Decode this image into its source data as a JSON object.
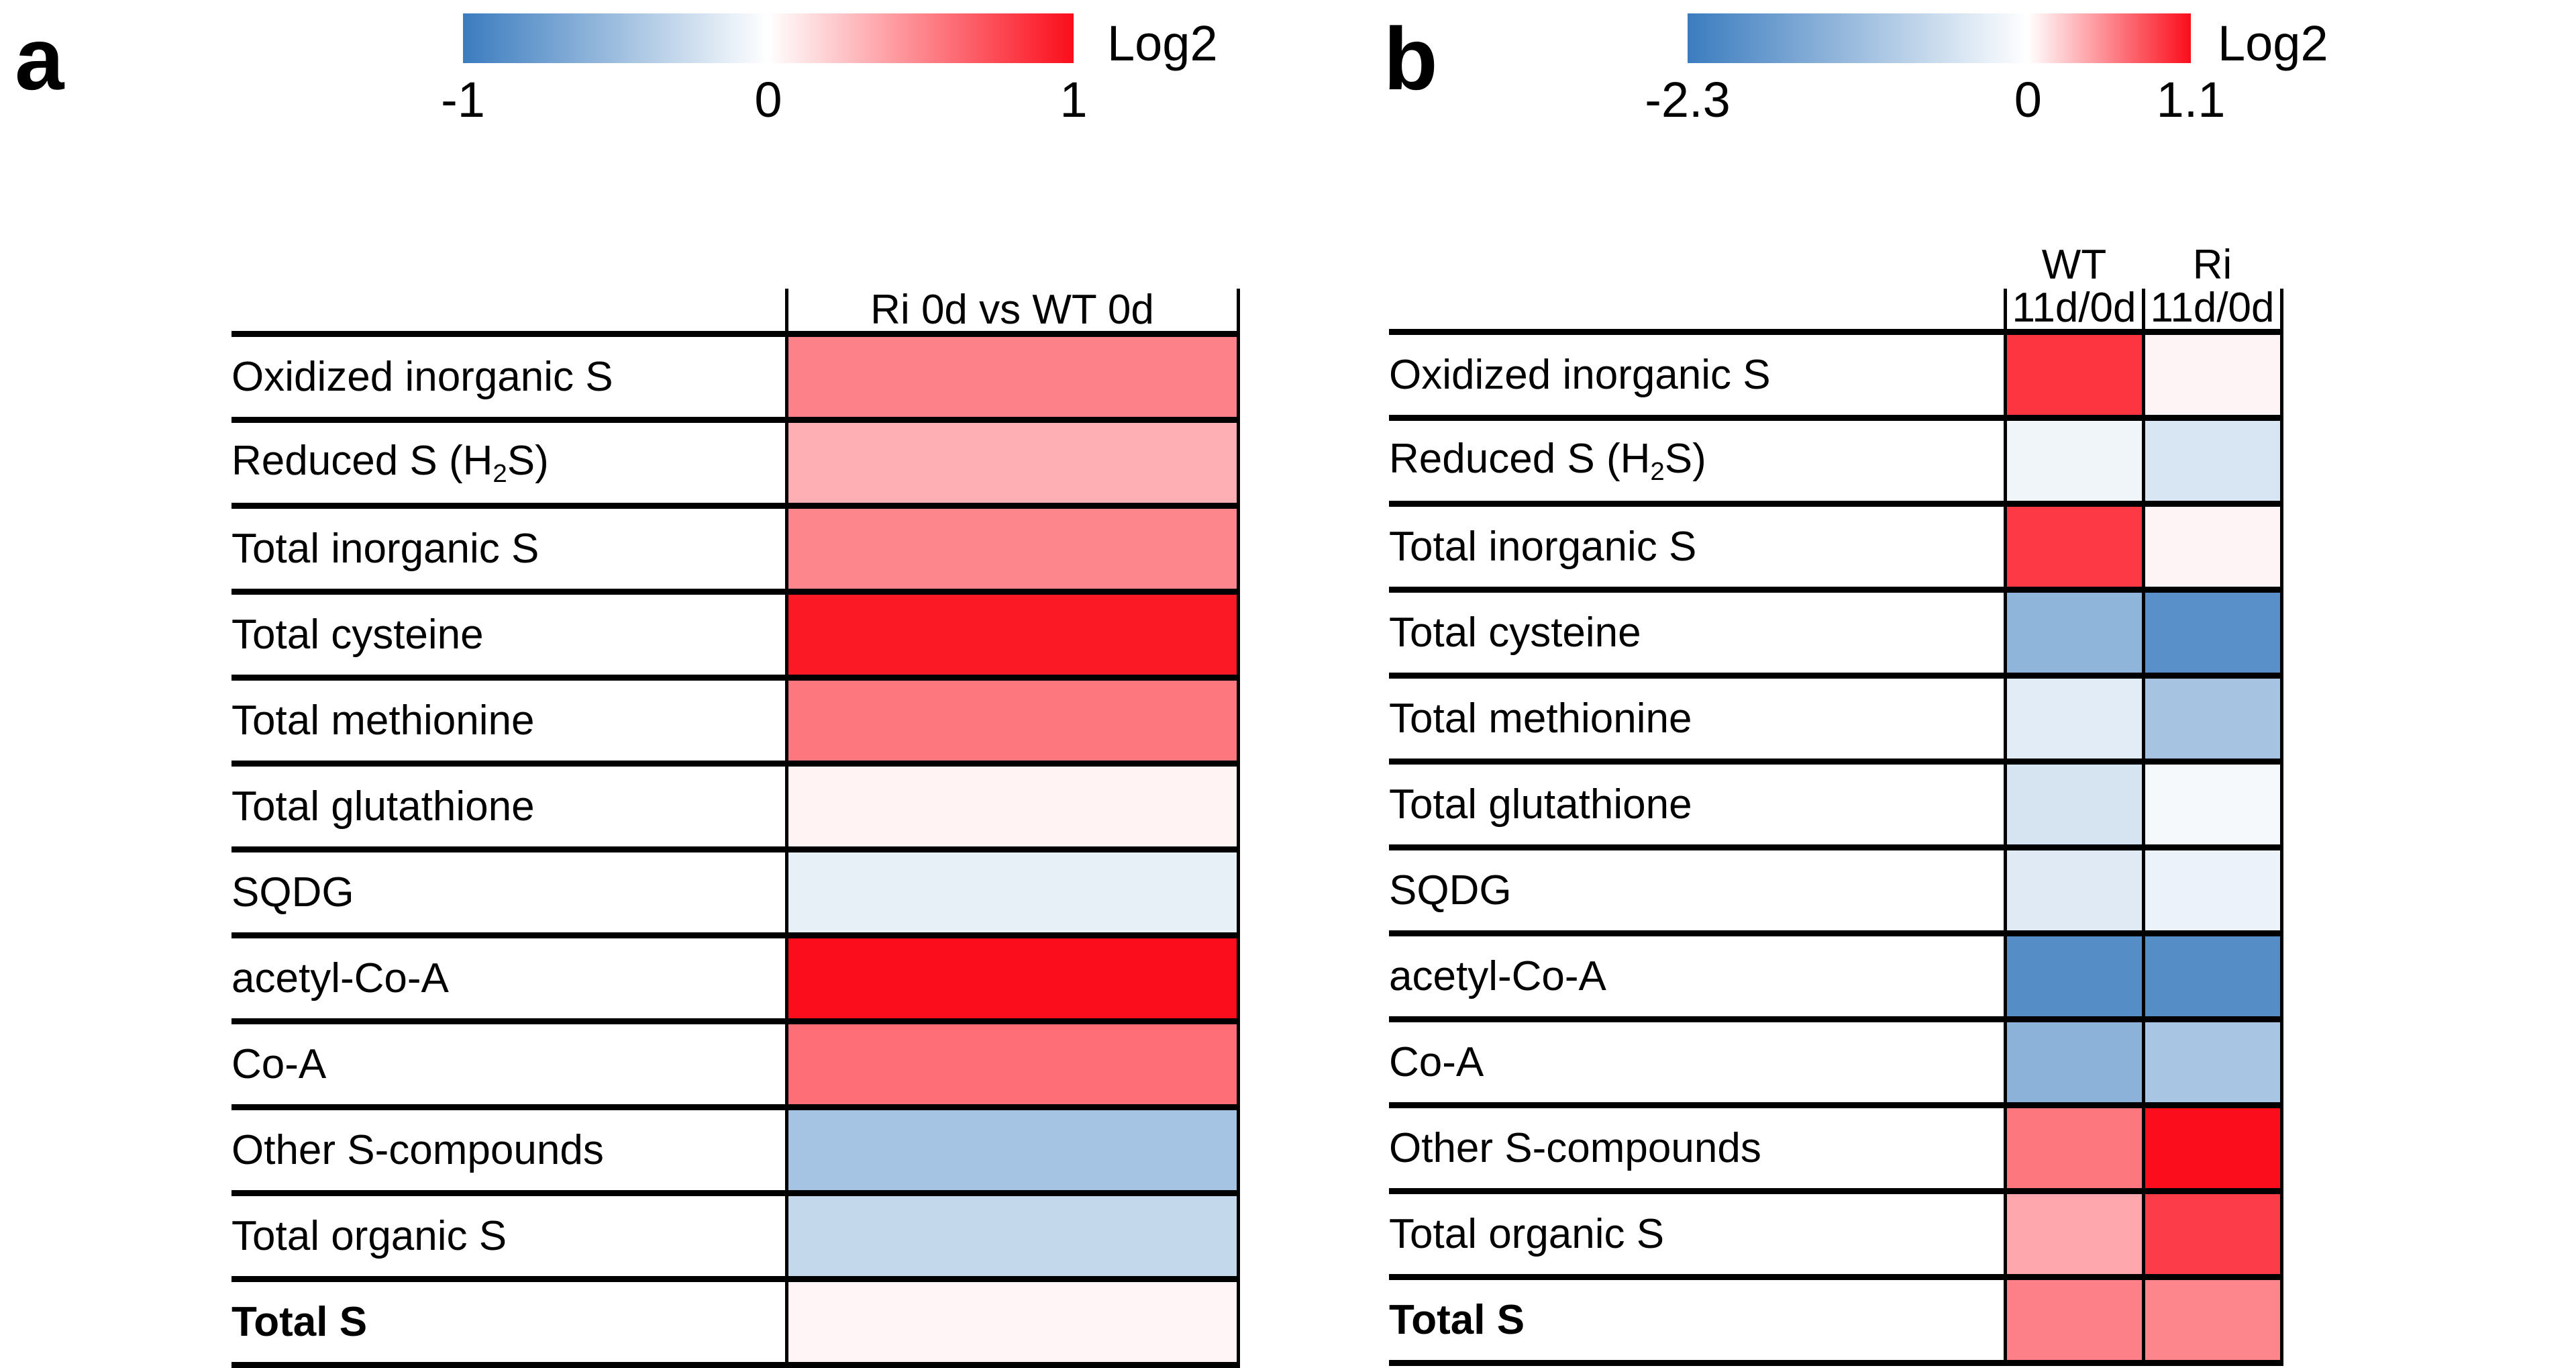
{
  "figure": {
    "panels": [
      {
        "letter": "a",
        "colorbar": {
          "title": "Log2",
          "ticks": [
            "-1",
            "0",
            "1"
          ],
          "vmin": -1,
          "vmax": 1,
          "low_color": "#3b7cbf",
          "mid_color": "#ffffff",
          "high_color": "#fb0d1b"
        },
        "columns": [
          {
            "top": "",
            "sub": "Ri 0d vs WT 0d"
          }
        ],
        "rows": [
          {
            "label": "Oxidized inorganic S",
            "bold": false,
            "values": [
              0.52
            ]
          },
          {
            "label": "Reduced S (H₂S)",
            "bold": false,
            "values": [
              0.33
            ]
          },
          {
            "label": "Total inorganic S",
            "bold": false,
            "values": [
              0.5
            ]
          },
          {
            "label": "Total cysteine",
            "bold": false,
            "values": [
              0.95
            ]
          },
          {
            "label": "Total methionine",
            "bold": false,
            "values": [
              0.56
            ]
          },
          {
            "label": "Total glutathione",
            "bold": false,
            "values": [
              0.05
            ]
          },
          {
            "label": "SQDG",
            "bold": false,
            "values": [
              -0.12
            ]
          },
          {
            "label": "acetyl-Co-A",
            "bold": false,
            "values": [
              1.0
            ]
          },
          {
            "label": "Co-A",
            "bold": false,
            "values": [
              0.6
            ]
          },
          {
            "label": "Other S-compounds",
            "bold": false,
            "values": [
              -0.46
            ]
          },
          {
            "label": "Total organic S",
            "bold": false,
            "values": [
              -0.3
            ]
          },
          {
            "label": "Total S",
            "bold": true,
            "values": [
              0.04
            ]
          }
        ]
      },
      {
        "letter": "b",
        "colorbar": {
          "title": "Log2",
          "ticks": [
            "-2.3",
            "0",
            "1.1"
          ],
          "vmin": -2.3,
          "vmax": 1.1,
          "low_color": "#3b7cbf",
          "mid_color": "#ffffff",
          "high_color": "#fb0d1b"
        },
        "columns": [
          {
            "top": "WT",
            "sub": "11d/0d"
          },
          {
            "top": "Ri",
            "sub": "11d/0d"
          }
        ],
        "rows": [
          {
            "label": "Oxidized inorganic S",
            "bold": false,
            "values": [
              0.92,
              0.05
            ]
          },
          {
            "label": "Reduced S (H₂S)",
            "bold": false,
            "values": [
              -0.18,
              -0.46
            ]
          },
          {
            "label": "Total inorganic S",
            "bold": false,
            "values": [
              0.9,
              0.05
            ]
          },
          {
            "label": "Total cysteine",
            "bold": false,
            "values": [
              -1.3,
              -1.95
            ]
          },
          {
            "label": "Total methionine",
            "bold": false,
            "values": [
              -0.34,
              -1.05
            ]
          },
          {
            "label": "Total glutathione",
            "bold": false,
            "values": [
              -0.48,
              -0.1
            ]
          },
          {
            "label": "SQDG",
            "bold": false,
            "values": [
              -0.36,
              -0.22
            ]
          },
          {
            "label": "acetyl-Co-A",
            "bold": false,
            "values": [
              -2.0,
              -2.0
            ]
          },
          {
            "label": "Co-A",
            "bold": false,
            "values": [
              -1.35,
              -1.02
            ]
          },
          {
            "label": "Other S-compounds",
            "bold": false,
            "values": [
              0.62,
              1.1
            ]
          },
          {
            "label": "Total organic S",
            "bold": false,
            "values": [
              0.4,
              0.88
            ]
          },
          {
            "label": "Total S",
            "bold": true,
            "values": [
              0.58,
              0.55
            ]
          }
        ]
      }
    ]
  },
  "chart_data": {
    "type": "heatmap",
    "title": "",
    "colormap": "blue-white-red (bwr)",
    "row_categories": [
      "Oxidized inorganic S",
      "Reduced S (H2S)",
      "Total inorganic S",
      "Total cysteine",
      "Total methionine",
      "Total glutathione",
      "SQDG",
      "acetyl-Co-A",
      "Co-A",
      "Other S-compounds",
      "Total organic S",
      "Total S"
    ],
    "panels": [
      {
        "letter": "a",
        "colorbar_label": "Log2",
        "zlim": [
          -1,
          1
        ],
        "colorbar_ticks": [
          -1,
          0,
          1
        ],
        "column_labels": [
          "Ri 0d vs WT 0d"
        ],
        "values": [
          [
            0.52
          ],
          [
            0.33
          ],
          [
            0.5
          ],
          [
            0.95
          ],
          [
            0.56
          ],
          [
            0.05
          ],
          [
            -0.12
          ],
          [
            1.0
          ],
          [
            0.6
          ],
          [
            -0.46
          ],
          [
            -0.3
          ],
          [
            0.04
          ]
        ]
      },
      {
        "letter": "b",
        "colorbar_label": "Log2",
        "zlim": [
          -2.3,
          1.1
        ],
        "colorbar_ticks": [
          -2.3,
          0,
          1.1
        ],
        "column_labels": [
          "WT 11d/0d",
          "Ri 11d/0d"
        ],
        "values": [
          [
            0.92,
            0.05
          ],
          [
            -0.18,
            -0.46
          ],
          [
            0.9,
            0.05
          ],
          [
            -1.3,
            -1.95
          ],
          [
            -0.34,
            -1.05
          ],
          [
            -0.48,
            -0.1
          ],
          [
            -0.36,
            -0.22
          ],
          [
            -2.0,
            -2.0
          ],
          [
            -1.35,
            -1.02
          ],
          [
            0.62,
            1.1
          ],
          [
            0.4,
            0.88
          ],
          [
            0.58,
            0.55
          ]
        ]
      }
    ]
  }
}
